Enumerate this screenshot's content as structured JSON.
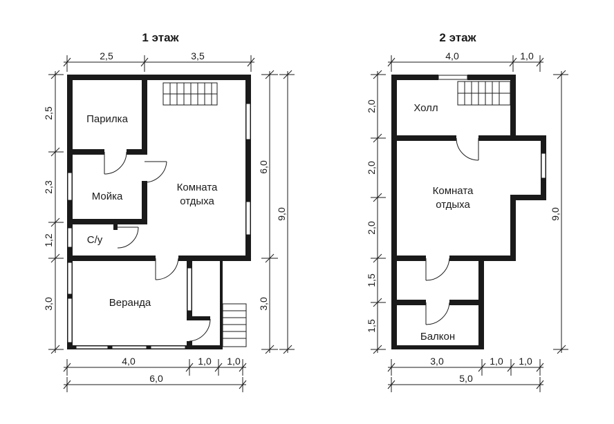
{
  "floor1": {
    "title": "1 этаж",
    "rooms": {
      "parilka": "Парилка",
      "moyka": "Мойка",
      "su": "С/у",
      "komnata": [
        "Комната",
        "отдыха"
      ],
      "veranda": "Веранда"
    },
    "dims": {
      "top": [
        "2,5",
        "3,5"
      ],
      "left": [
        "2,5",
        "2,3",
        "1,2",
        "3,0"
      ],
      "right_inner": [
        "6,0",
        "3,0"
      ],
      "right_total": "9,0",
      "bottom": [
        "4,0",
        "1,0",
        "1,0"
      ],
      "bottom_total": "6,0"
    }
  },
  "floor2": {
    "title": "2 этаж",
    "rooms": {
      "holl": "Холл",
      "komnata": [
        "Комната",
        "отдыха"
      ],
      "balkon": "Балкон"
    },
    "dims": {
      "top": [
        "4,0",
        "1,0"
      ],
      "left": [
        "2,0",
        "2,0",
        "2,0",
        "1,5",
        "1,5"
      ],
      "right_total": "9,0",
      "bottom": [
        "3,0",
        "1,0",
        "1,0"
      ],
      "bottom_total": "5,0"
    }
  }
}
